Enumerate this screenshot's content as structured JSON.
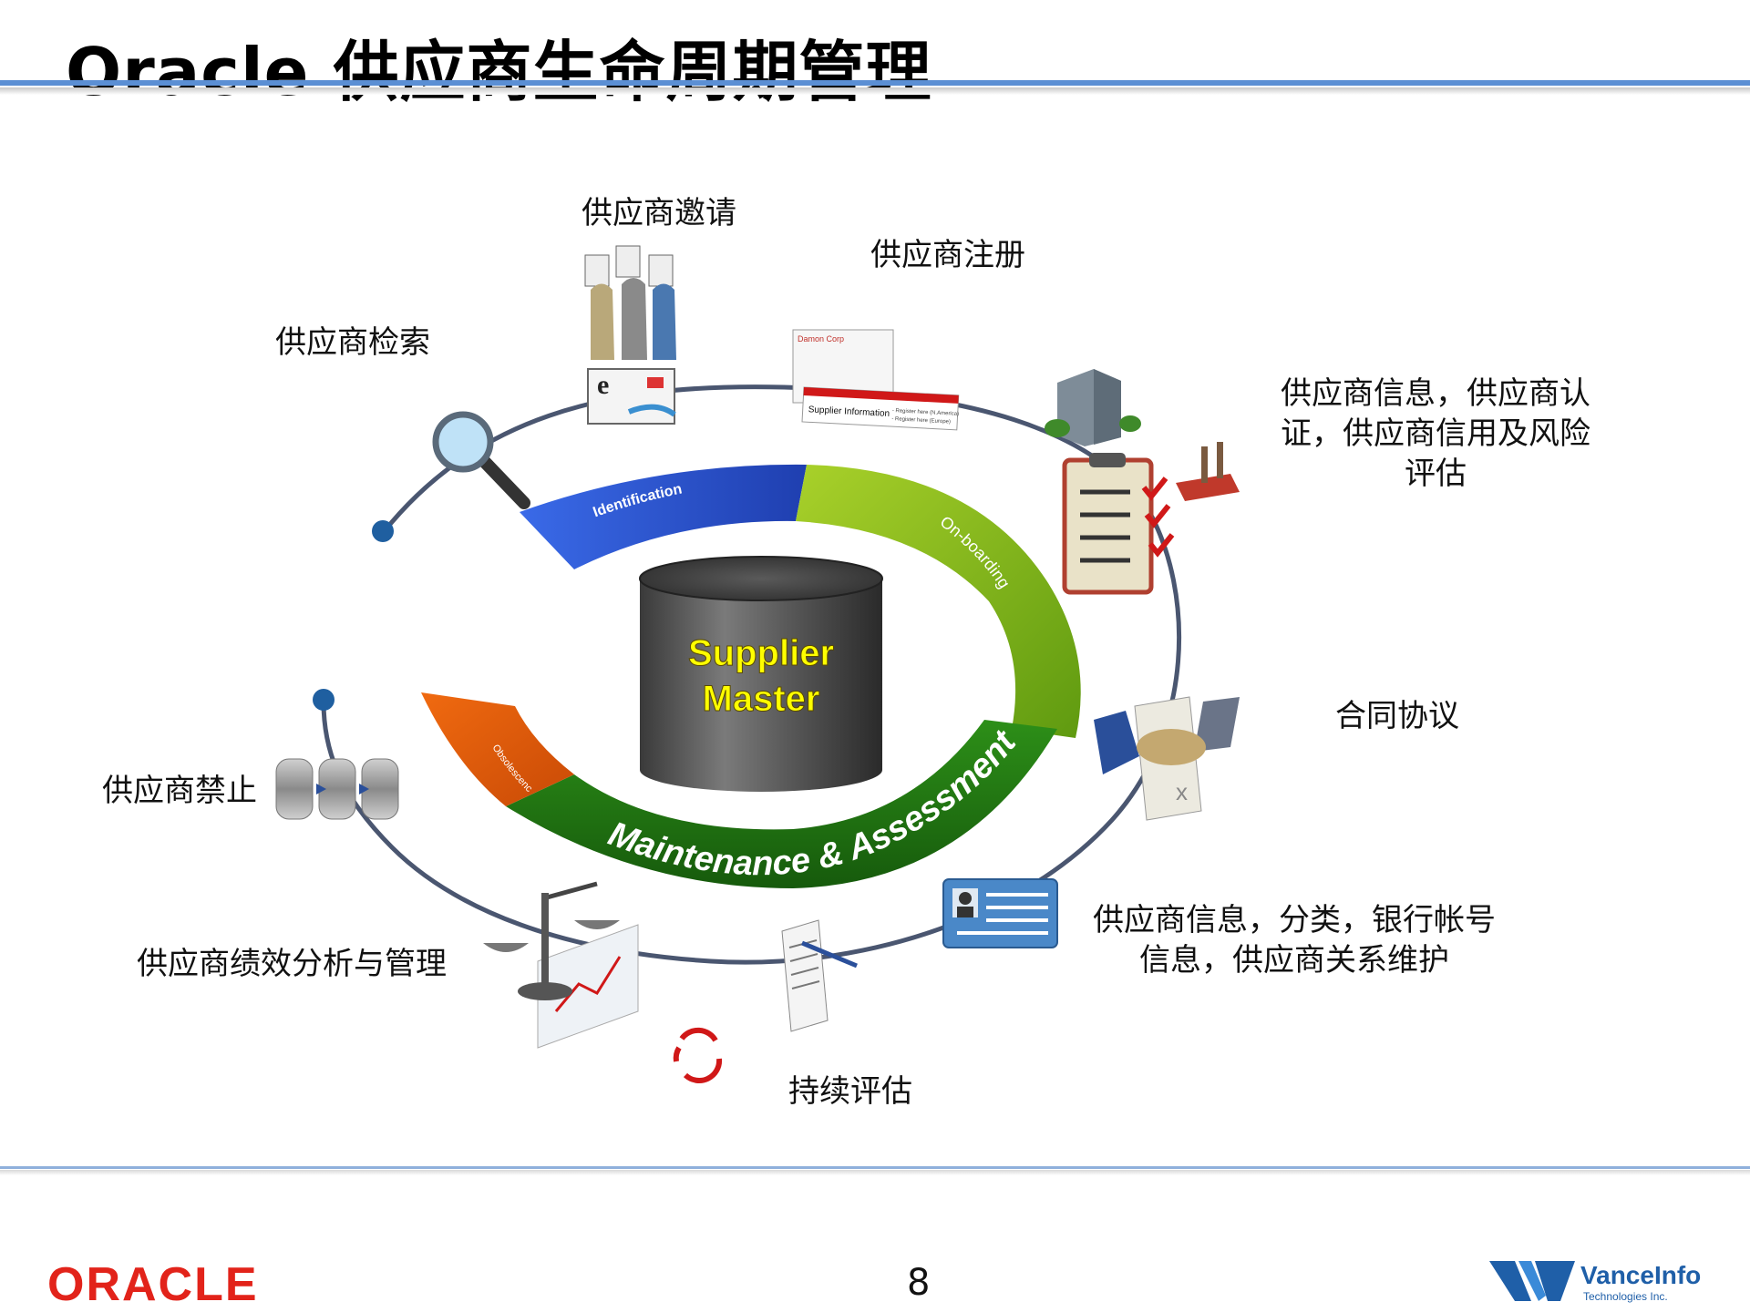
{
  "title": "Oracle 供应商生命周期管理",
  "center": {
    "line1": "Supplier",
    "line2": "Master"
  },
  "phases": {
    "identification": "Identification",
    "onboarding": "On-boarding",
    "maintenance": "Maintenance  &  Assessment",
    "obsolescence": "Obsolescence"
  },
  "labels": {
    "invite": "供应商邀请",
    "register": "供应商注册",
    "search": "供应商检索",
    "info_cert_1": "供应商信息，供应商认",
    "info_cert_2": "证，供应商信用及风险",
    "info_cert_3": "评估",
    "contract": "合同协议",
    "info_class_1": "供应商信息，分类，银行帐号",
    "info_class_2": "信息，供应商关系维护",
    "continuous": "持续评估",
    "performance": "供应商绩效分析与管理",
    "ban": "供应商禁止"
  },
  "screen_text": {
    "company": "Damon Corp",
    "supplier_info": "Supplier Information",
    "register_na": "- Register here (N.America)",
    "register_eu": "- Register here (Europe)"
  },
  "footer": {
    "page_number": "8",
    "oracle_logo": "ORACLE",
    "vance_name": "VanceInfo",
    "vance_sub": "Technologies Inc."
  },
  "colors": {
    "identification": "#2f56d6",
    "onboarding": "#7fb319",
    "maintenance": "#1f7a12",
    "obsolescence": "#e0570a",
    "center_text": "#ffff00",
    "rule": "#5b8fd4",
    "oracle": "#e2231a"
  }
}
